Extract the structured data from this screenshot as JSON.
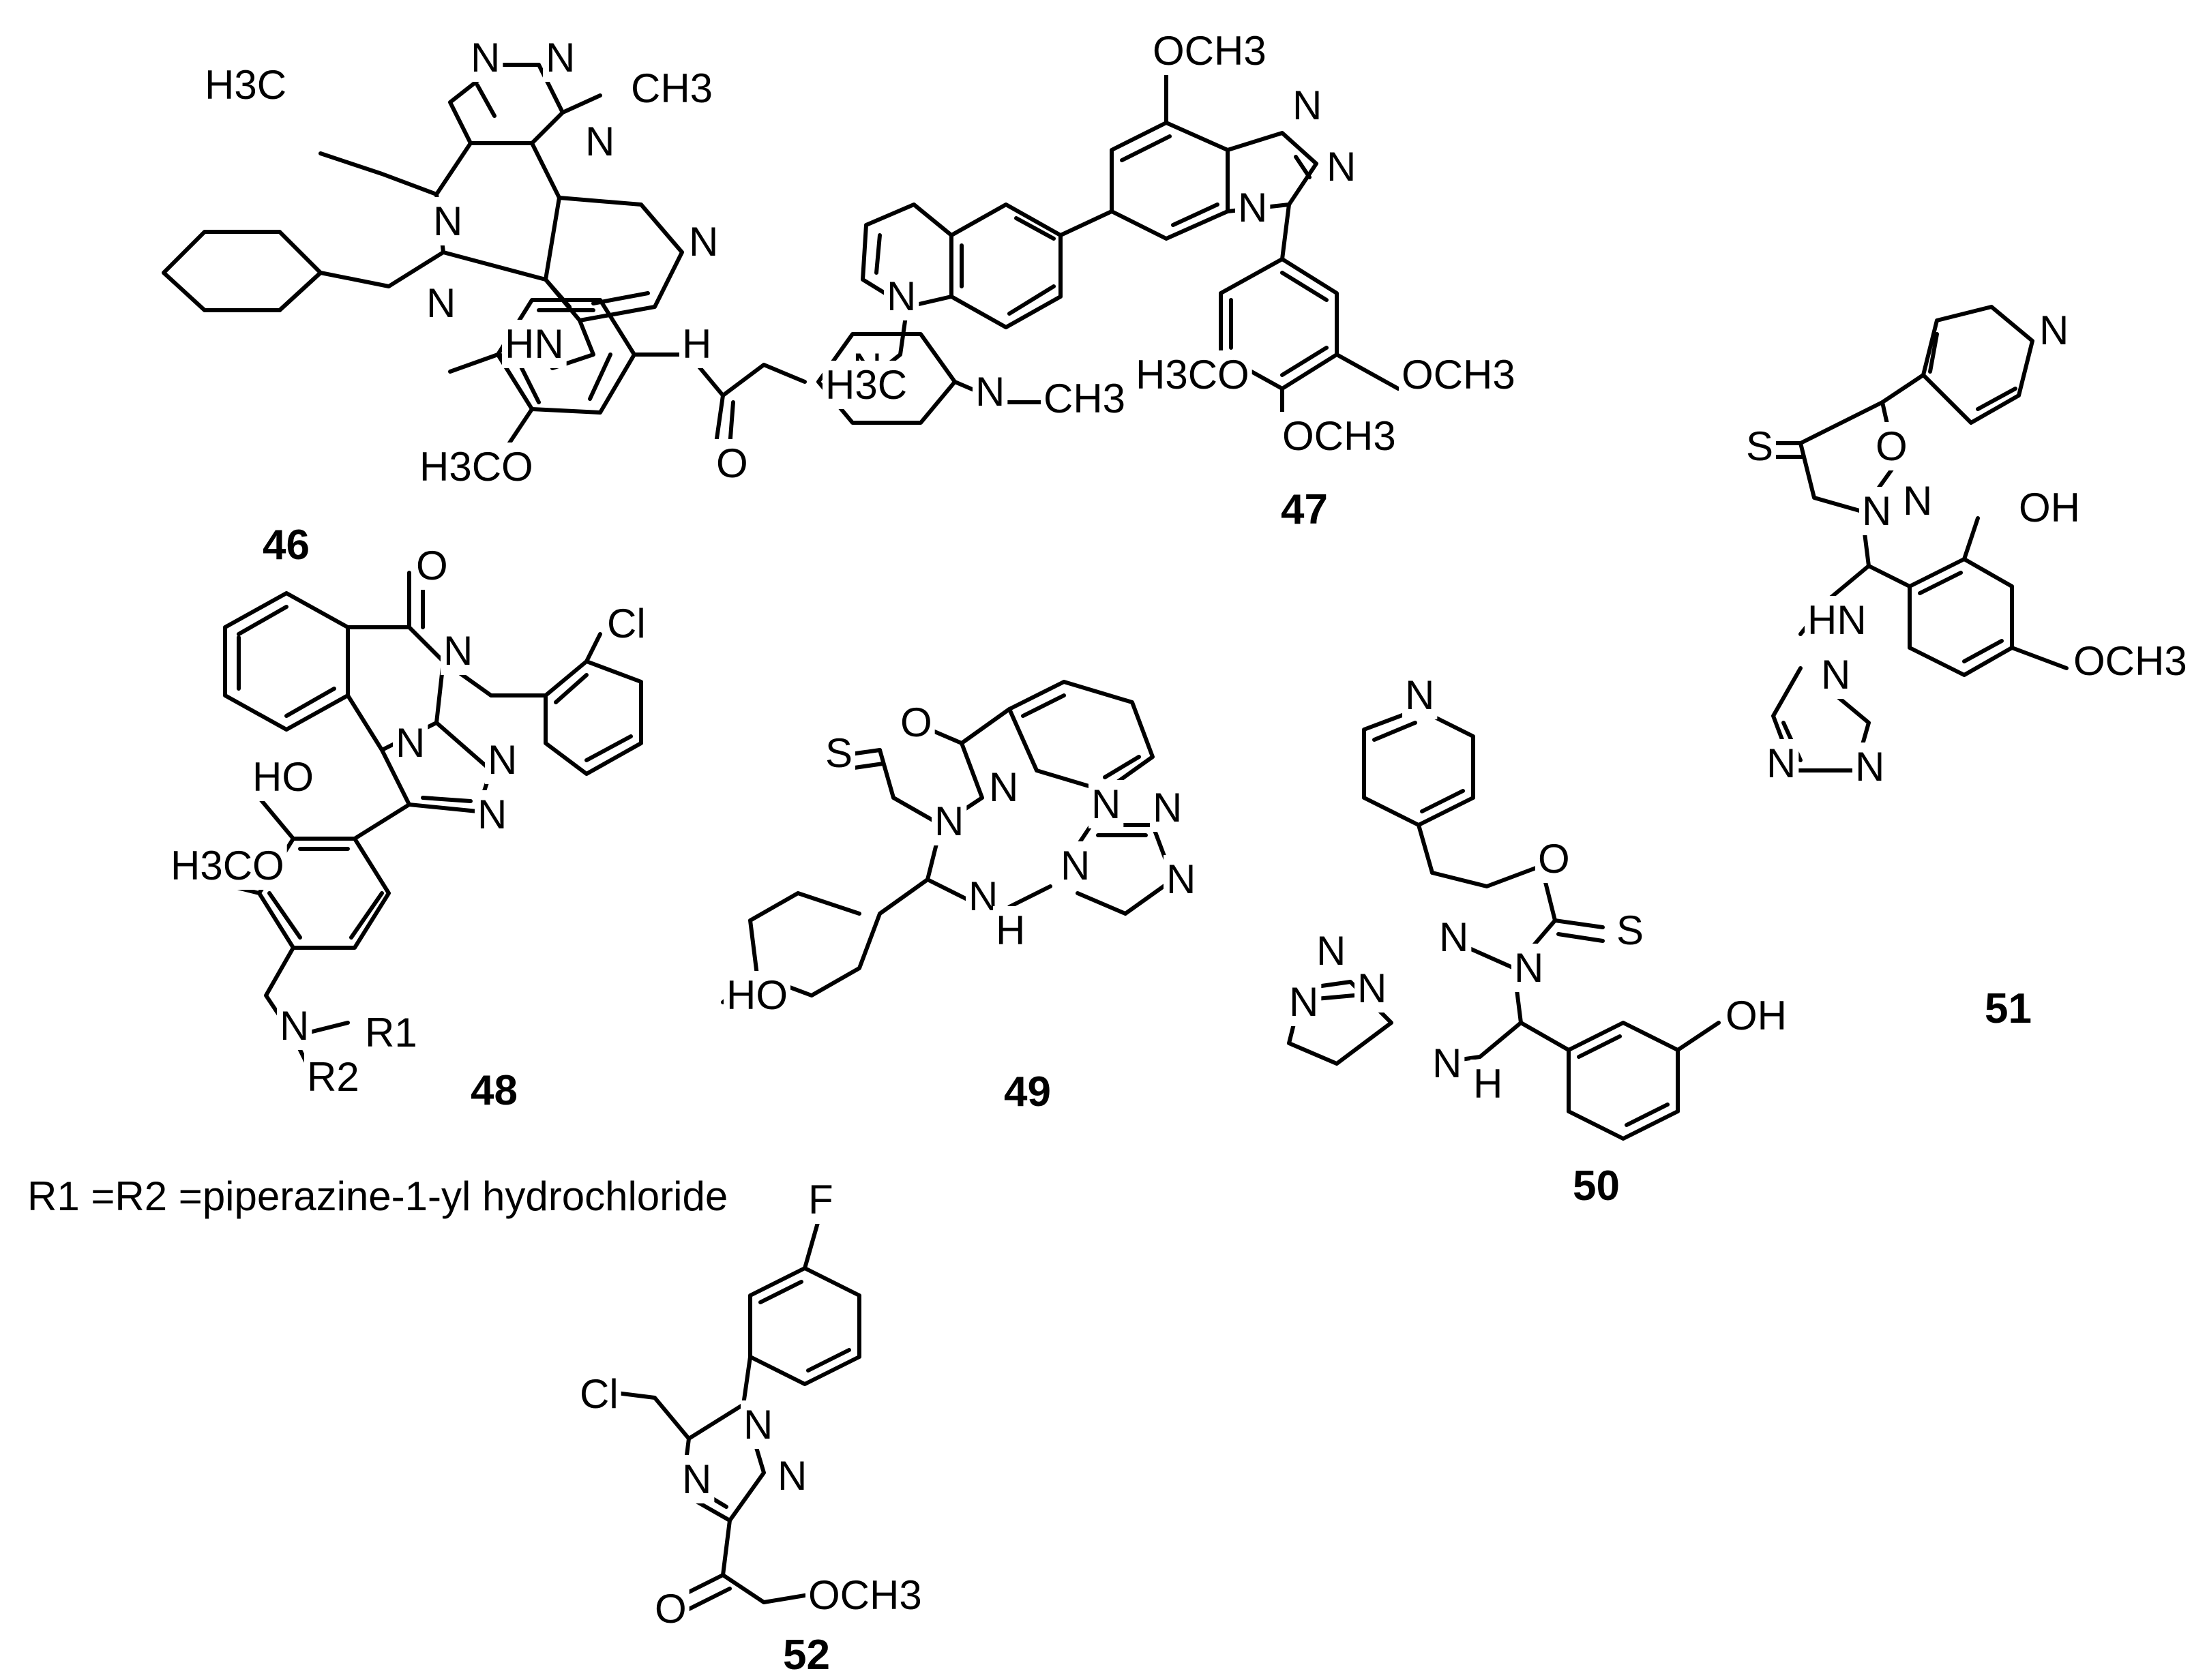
{
  "compounds": [
    {
      "id": "46",
      "atoms": [
        "N",
        "N",
        "H3C",
        "CH3",
        "N",
        "N",
        "N",
        "N",
        "HN",
        "H",
        "N",
        "N",
        "H3CO",
        "O",
        "CH3"
      ]
    },
    {
      "id": "47",
      "atoms": [
        "OCH3",
        "N",
        "N",
        "N",
        "N",
        "H3C",
        "OCH3",
        "H3CO",
        "OCH3"
      ]
    },
    {
      "id": "48",
      "atoms": [
        "O",
        "N",
        "Cl",
        "N",
        "N",
        "N",
        "HO",
        "H3CO",
        "N",
        "R1",
        "R2"
      ]
    },
    {
      "id": "49",
      "atoms": [
        "O",
        "S",
        "N",
        "N",
        "N",
        "N",
        "N",
        "N",
        "N",
        "H",
        "HO"
      ]
    },
    {
      "id": "50",
      "atoms": [
        "N",
        "N",
        "N",
        "N",
        "O",
        "N",
        "S",
        "N",
        "N",
        "H",
        "OH"
      ]
    },
    {
      "id": "51",
      "atoms": [
        "N",
        "O",
        "S",
        "N",
        "N",
        "OH",
        "HN",
        "N",
        "N",
        "N",
        "OCH3"
      ]
    },
    {
      "id": "52",
      "atoms": [
        "F",
        "Cl",
        "N",
        "N",
        "N",
        "O",
        "OCH3"
      ]
    }
  ],
  "footnote": "R1 =R2 =piperazine-1-yl hydrochloride"
}
